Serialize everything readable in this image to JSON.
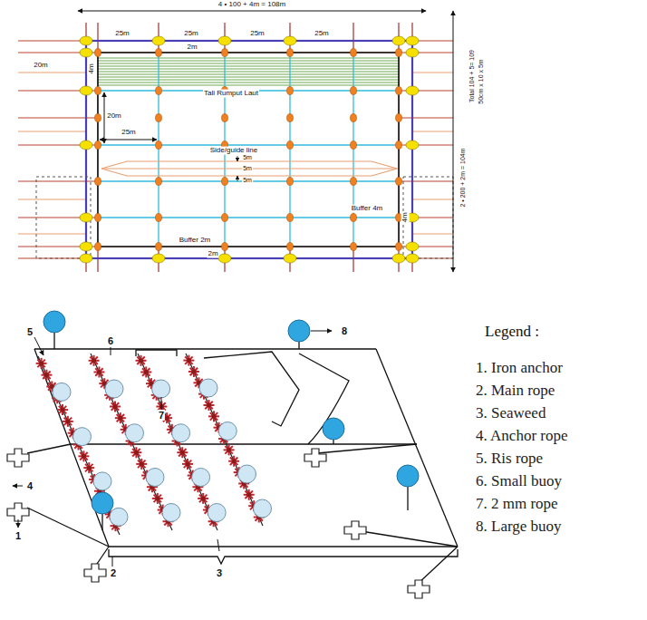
{
  "diagram": {
    "labels": [
      "4 • 100 + 4m = 108m",
      "25m",
      "25m",
      "25m",
      "25m",
      "2m",
      "20m",
      "4m",
      "Tali Rumput Laut",
      "20m",
      "25m",
      "Side/guide line",
      "5m",
      "5m",
      "5m",
      "Buffer 4m",
      "4m",
      "Buffer 2m",
      "2m",
      "2 • 200 + 2m = 104m",
      "Total 104 + 5= 109",
      "50cm x 10 x 5m",
      "1",
      "2",
      "3",
      "4",
      "5",
      "6",
      "7",
      "8",
      "Legend :"
    ],
    "legend": [
      {
        "text": "1. Iron anchor"
      },
      {
        "text": "2. Main rope"
      },
      {
        "text": "3. Seaweed"
      },
      {
        "text": "4. Anchor rope"
      },
      {
        "text": "5. Ris rope"
      },
      {
        "text": "6. Small buoy"
      },
      {
        "text": "7. 2 mm rope"
      },
      {
        "text": "8. Large buoy"
      }
    ]
  }
}
